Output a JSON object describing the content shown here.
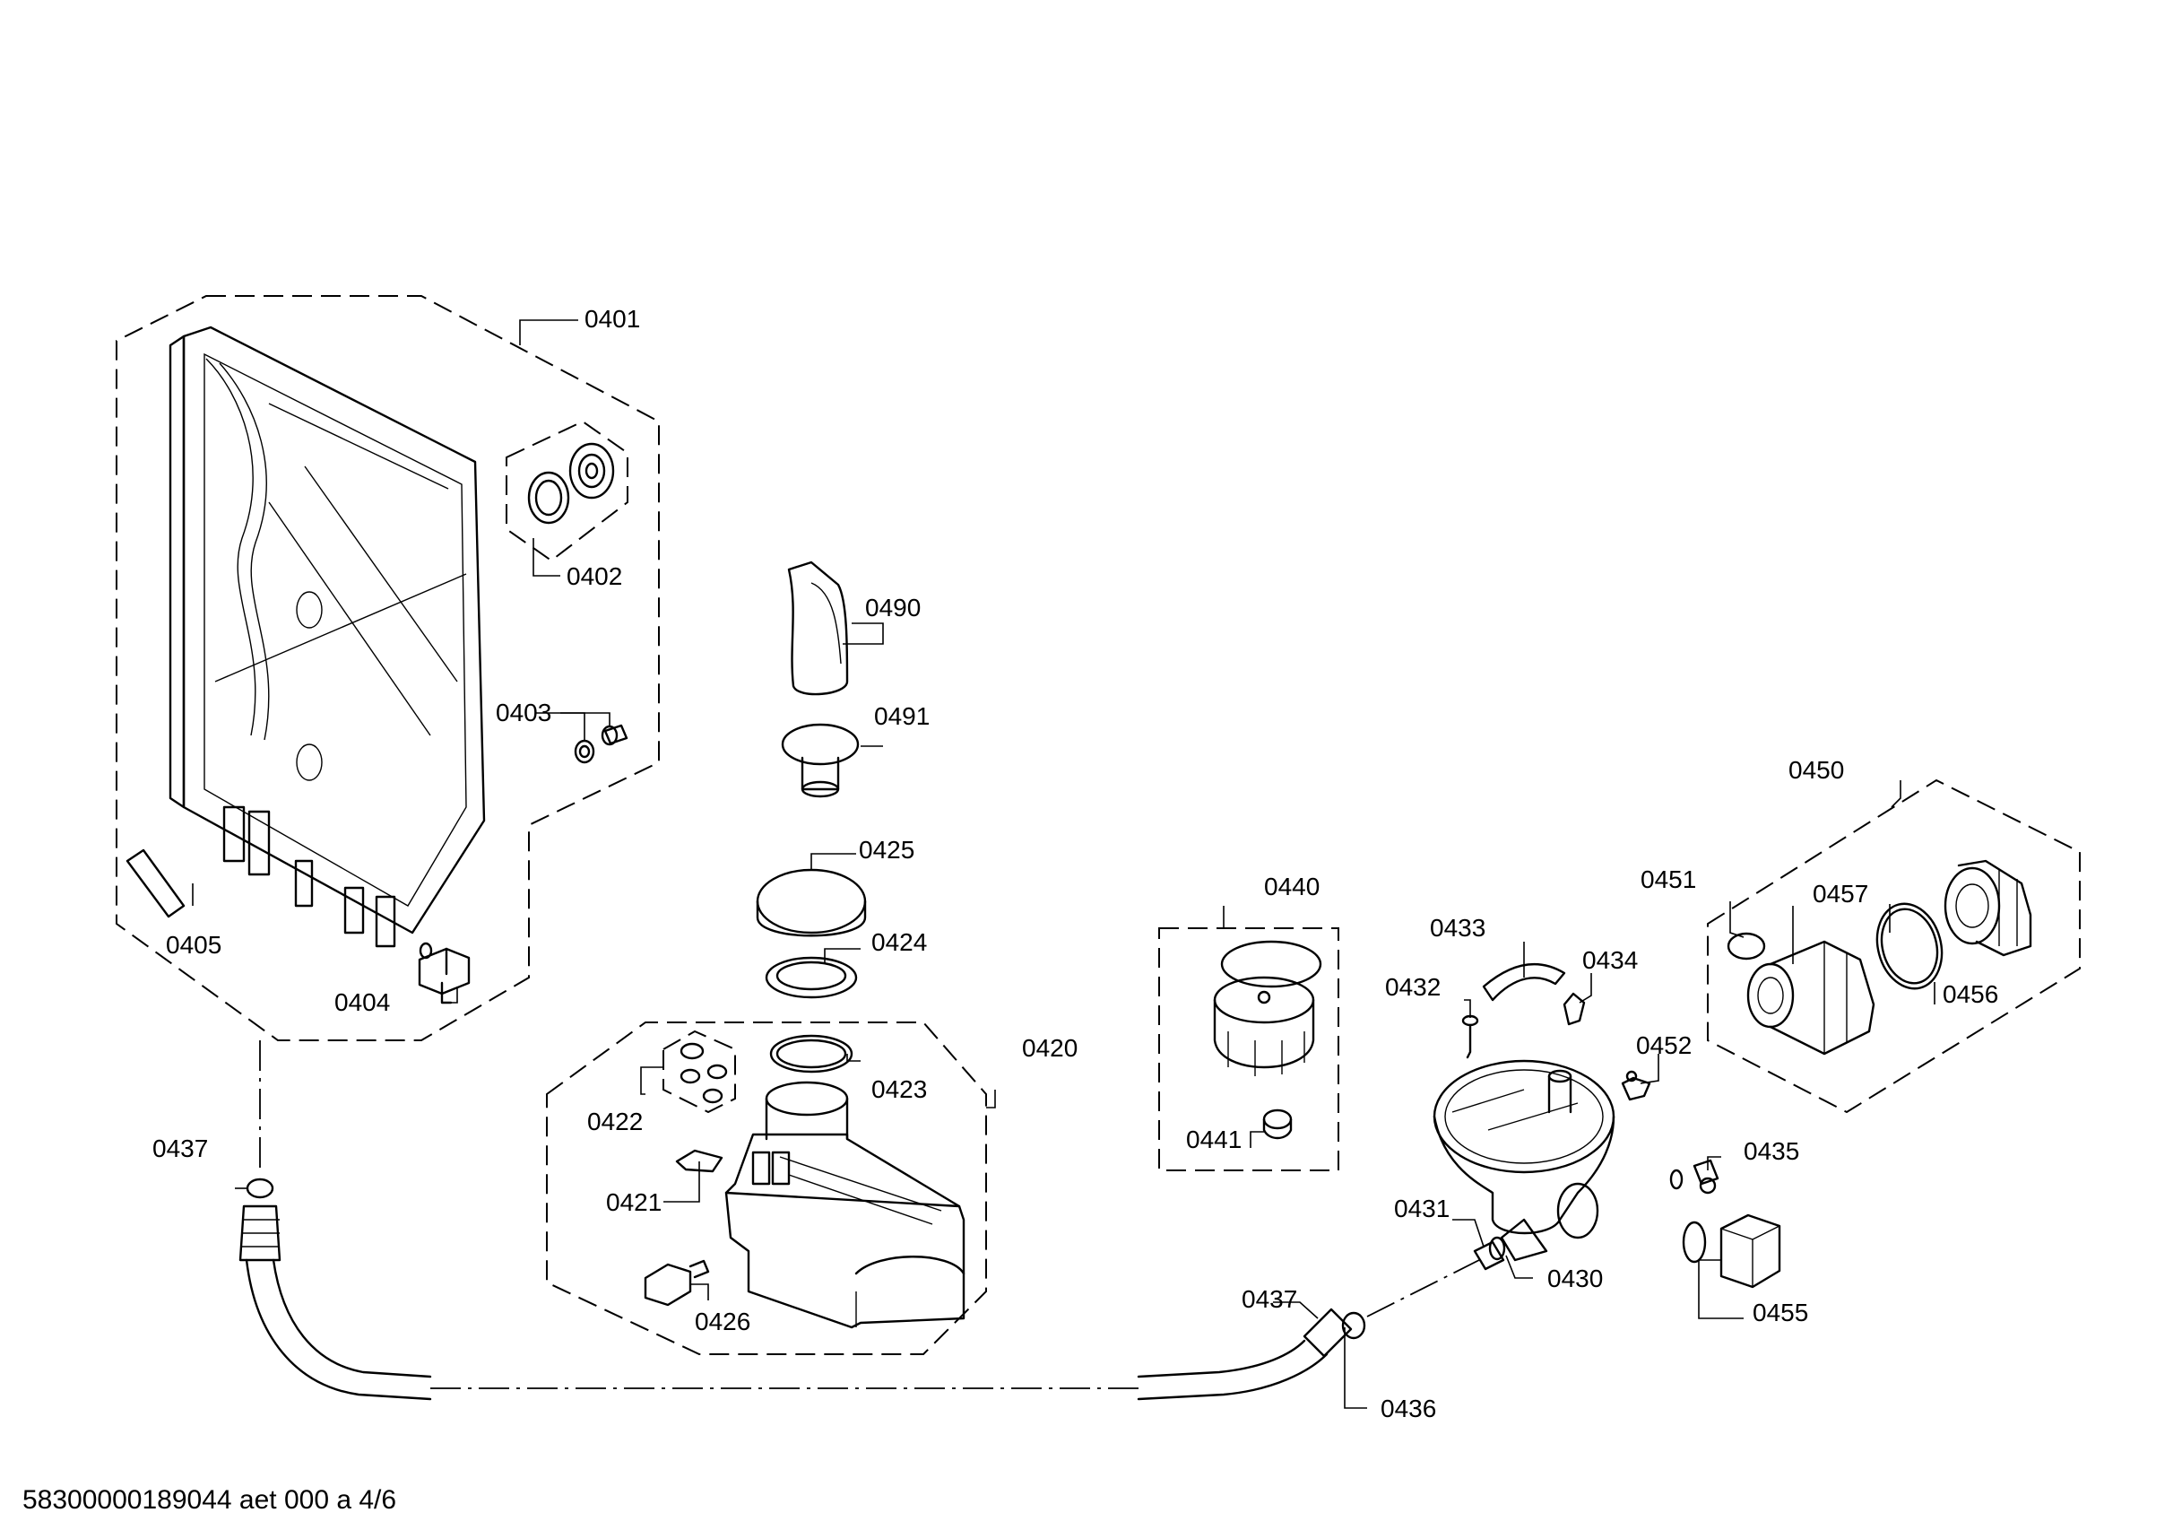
{
  "parts": {
    "p0401": "0401",
    "p0402": "0402",
    "p0403": "0403",
    "p0404": "0404",
    "p0405": "0405",
    "p0420": "0420",
    "p0421": "0421",
    "p0422": "0422",
    "p0423": "0423",
    "p0424": "0424",
    "p0425": "0425",
    "p0426": "0426",
    "p0430": "0430",
    "p0431": "0431",
    "p0432": "0432",
    "p0433": "0433",
    "p0434": "0434",
    "p0435": "0435",
    "p0436": "0436",
    "p0437a": "0437",
    "p0437b": "0437",
    "p0440": "0440",
    "p0441": "0441",
    "p0450": "0450",
    "p0451": "0451",
    "p0452": "0452",
    "p0455": "0455",
    "p0456": "0456",
    "p0457": "0457",
    "p0490": "0490",
    "p0491": "0491"
  },
  "footer": "58300000189044 aet 000 a 4/6"
}
